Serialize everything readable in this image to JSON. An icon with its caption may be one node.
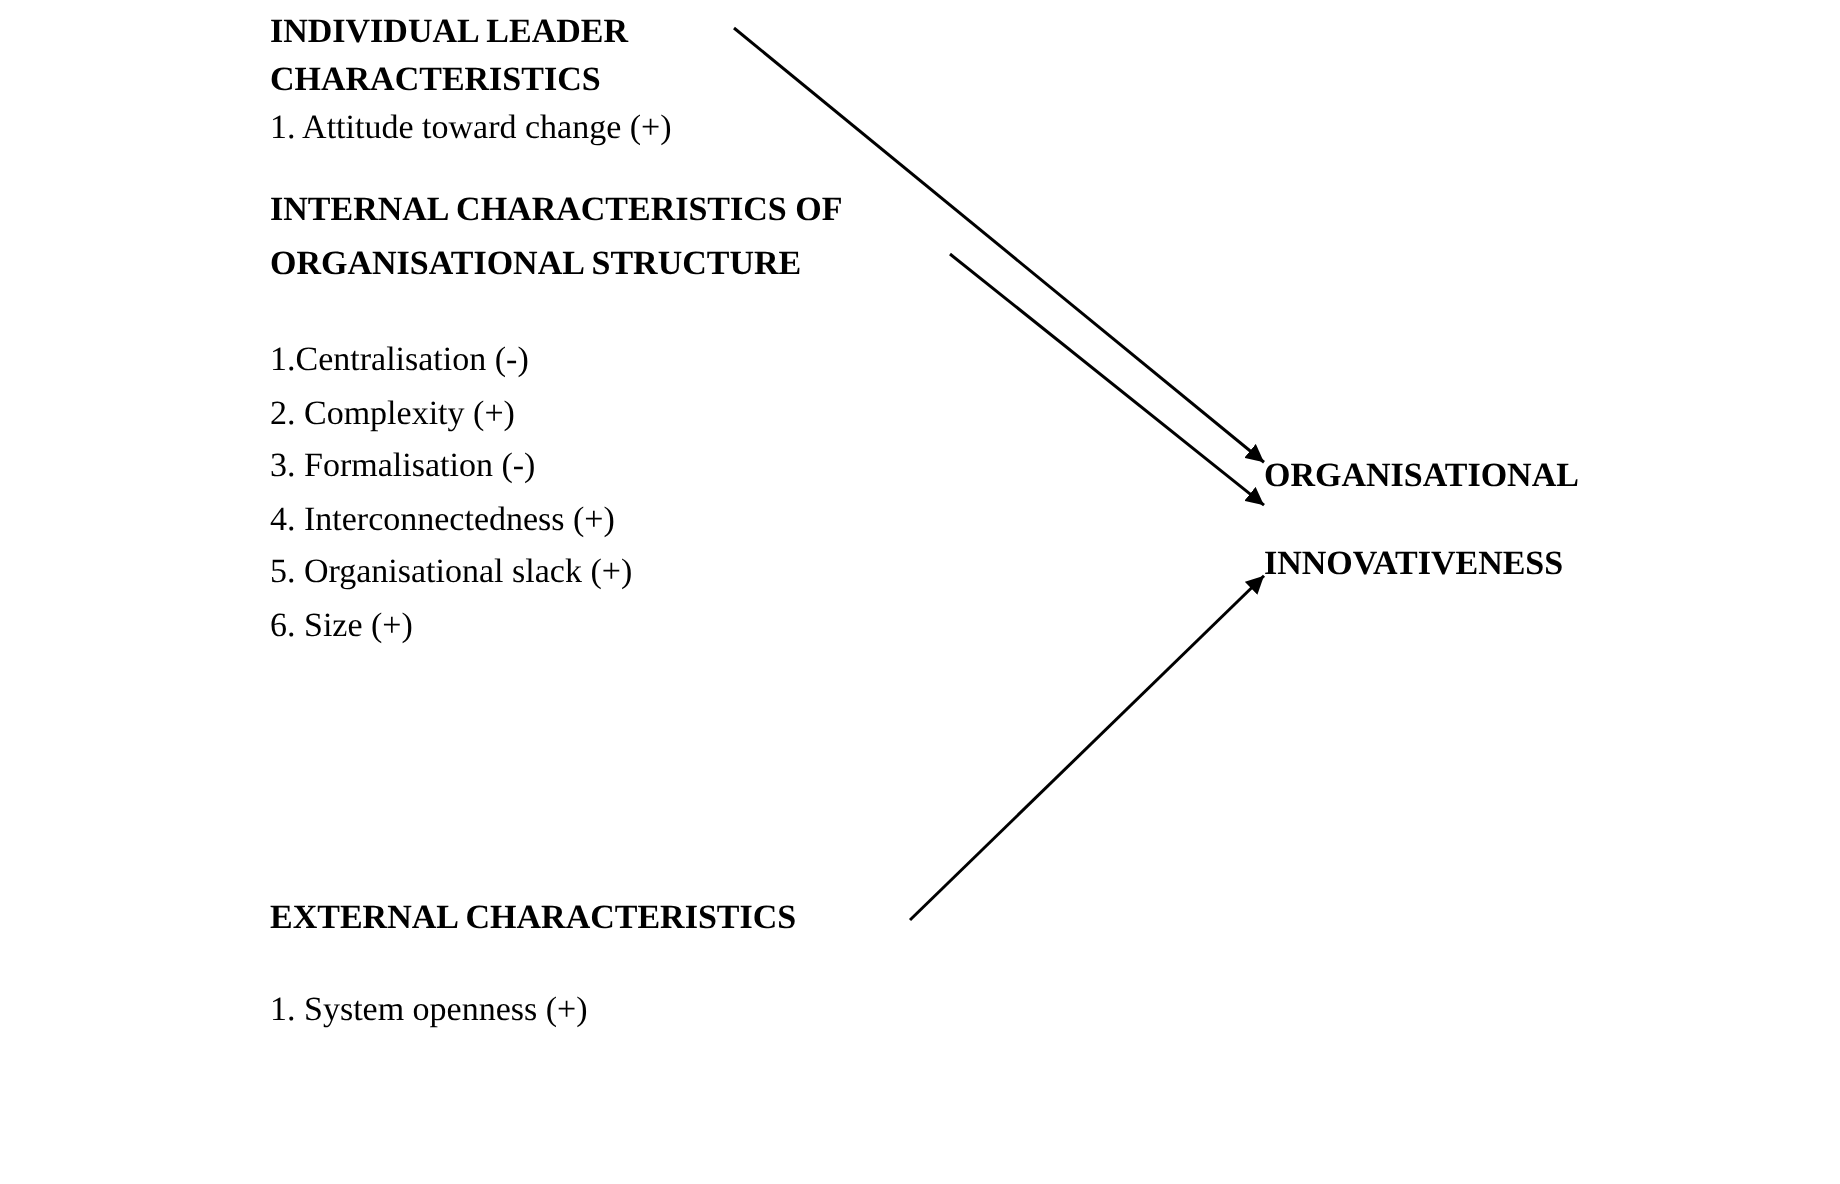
{
  "diagram": {
    "nodes": [
      {
        "text": [
          "INDIVIDUAL LEADER CHARACTERISTICS",
          "1. Attitude toward change (+)"
        ]
      },
      {
        "text": [
          "INTERNAL CHARACTERISTICS OF ORGANISATIONAL STRUCTURE",
          "1.Centralisation (-)",
          "2. Complexity (+)",
          "3. Formalisation (-)",
          "4. Interconnectedness (+)",
          "5. Organisational slack (+)",
          "6. Size (+)"
        ]
      },
      {
        "text": [
          "EXTERNAL CHARACTERISTICS",
          "1. System openness (+)"
        ]
      },
      {
        "text": [
          "ORGANISATIONAL",
          "INNOVATIVENESS"
        ]
      }
    ],
    "edges": [
      {
        "from": 0,
        "to": 3,
        "arrow": "to"
      },
      {
        "from": 1,
        "to": 3,
        "arrow": "to"
      },
      {
        "from": 2,
        "to": 3,
        "arrow": "to"
      }
    ]
  }
}
